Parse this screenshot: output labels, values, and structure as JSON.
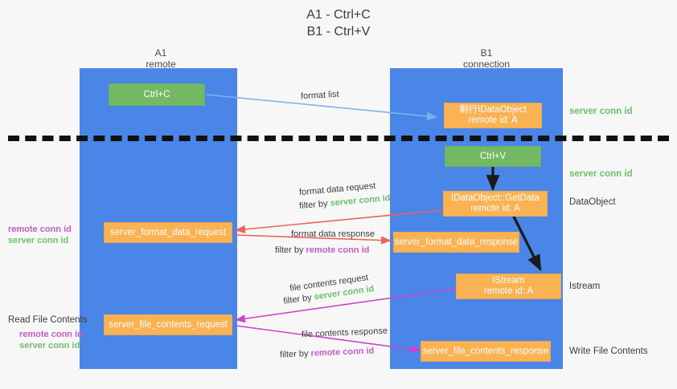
{
  "title": {
    "line1": "A1 - Ctrl+C",
    "line2": "B1 - Ctrl+V"
  },
  "colors": {
    "lane": "#4a86e8",
    "green_box": "#73b963",
    "orange_box": "#fbb253",
    "server_conn_id": "#6cc06c",
    "remote_conn_id": "#c45ec4",
    "arrow_blue": "#7fb3e8",
    "arrow_red": "#e8635a",
    "arrow_magenta": "#cc44cc",
    "arrow_dark": "#1a1a1a",
    "background": "#f7f7f7"
  },
  "columns": [
    {
      "name": "A1",
      "sub": "remote"
    },
    {
      "name": "B1",
      "sub": "connection"
    }
  ],
  "nodes": {
    "ctrl_c": {
      "line1": "Ctrl+C"
    },
    "idataobject": {
      "line1": "剩行IDataObject",
      "line2": "remote id: A"
    },
    "ctrl_v": {
      "line1": "Ctrl+V"
    },
    "getdata": {
      "line1": "IDataObject::GetData",
      "line2": "remote id: A"
    },
    "server_format_data_request": {
      "line1": "server_format_data_request"
    },
    "server_format_data_response": {
      "line1": "server_format_data_response"
    },
    "istream": {
      "line1": "IStream",
      "line2": "remote id: A"
    },
    "server_file_contents_request": {
      "line1": "server_file_contents_request"
    },
    "server_file_contents_response": {
      "line1": "server_file_contents_response"
    }
  },
  "edge_labels": {
    "format_list": "format list",
    "format_data_request": "format data request",
    "format_data_request_filter_prefix": "filter by ",
    "format_data_request_filter_key": "server conn id",
    "format_data_response": "format data response",
    "format_data_response_filter_prefix": "filter by ",
    "format_data_response_filter_key": "remote conn id",
    "file_contents_request": "file contents request",
    "file_contents_request_filter_prefix": "filter by ",
    "file_contents_request_filter_key": "server conn id",
    "file_contents_response": "file contents response",
    "file_contents_response_filter_prefix": "filter by ",
    "file_contents_response_filter_key": "remote conn id"
  },
  "side_labels": {
    "right_server_conn_id_top": "server conn id",
    "right_server_conn_id_mid": "server conn id",
    "right_dataobject": "DataObject",
    "right_istream": "Istream",
    "right_write_file_contents": "Write File Contents",
    "left_remote_conn_id_1": "remote conn id",
    "left_server_conn_id_1": "server conn id",
    "left_read_file_contents": "Read File Contents",
    "left_remote_conn_id_2": "remote conn id",
    "left_server_conn_id_2": "server conn id"
  }
}
